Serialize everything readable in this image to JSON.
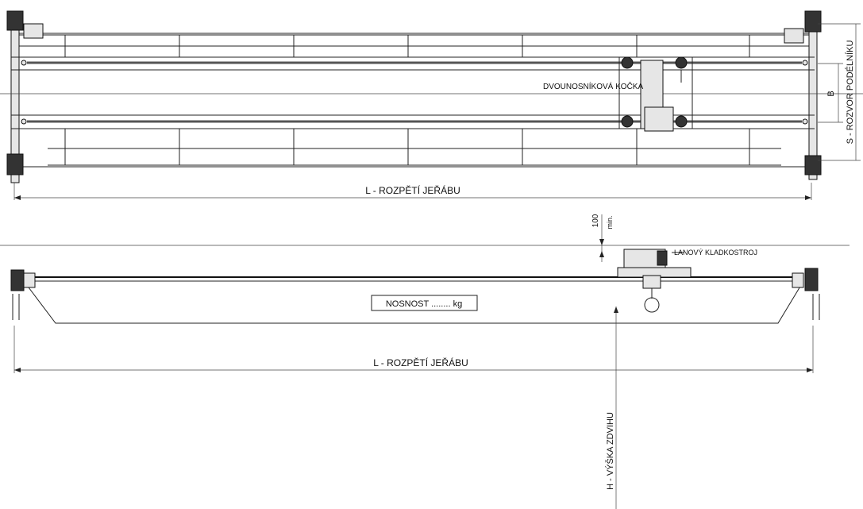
{
  "labels": {
    "trolley": "DVOUNOSNÍKOVÁ KOČKA",
    "b_dim": "B",
    "s_dim": "S - ROZVOR PODÉLNÍKU",
    "span_top": "L - ROZPĚTÍ JEŘÁBU",
    "clearance_value": "100",
    "clearance_unit": "min.",
    "hoist": "LANOVÝ KLADKOSTROJ",
    "capacity": "NOSNOST ........ kg",
    "span_bottom": "L - ROZPĚTÍ JEŘÁBU",
    "lift_height": "H - VÝŠKA ZDVIHU"
  },
  "colors": {
    "lines": "#222222",
    "background": "#ffffff"
  }
}
